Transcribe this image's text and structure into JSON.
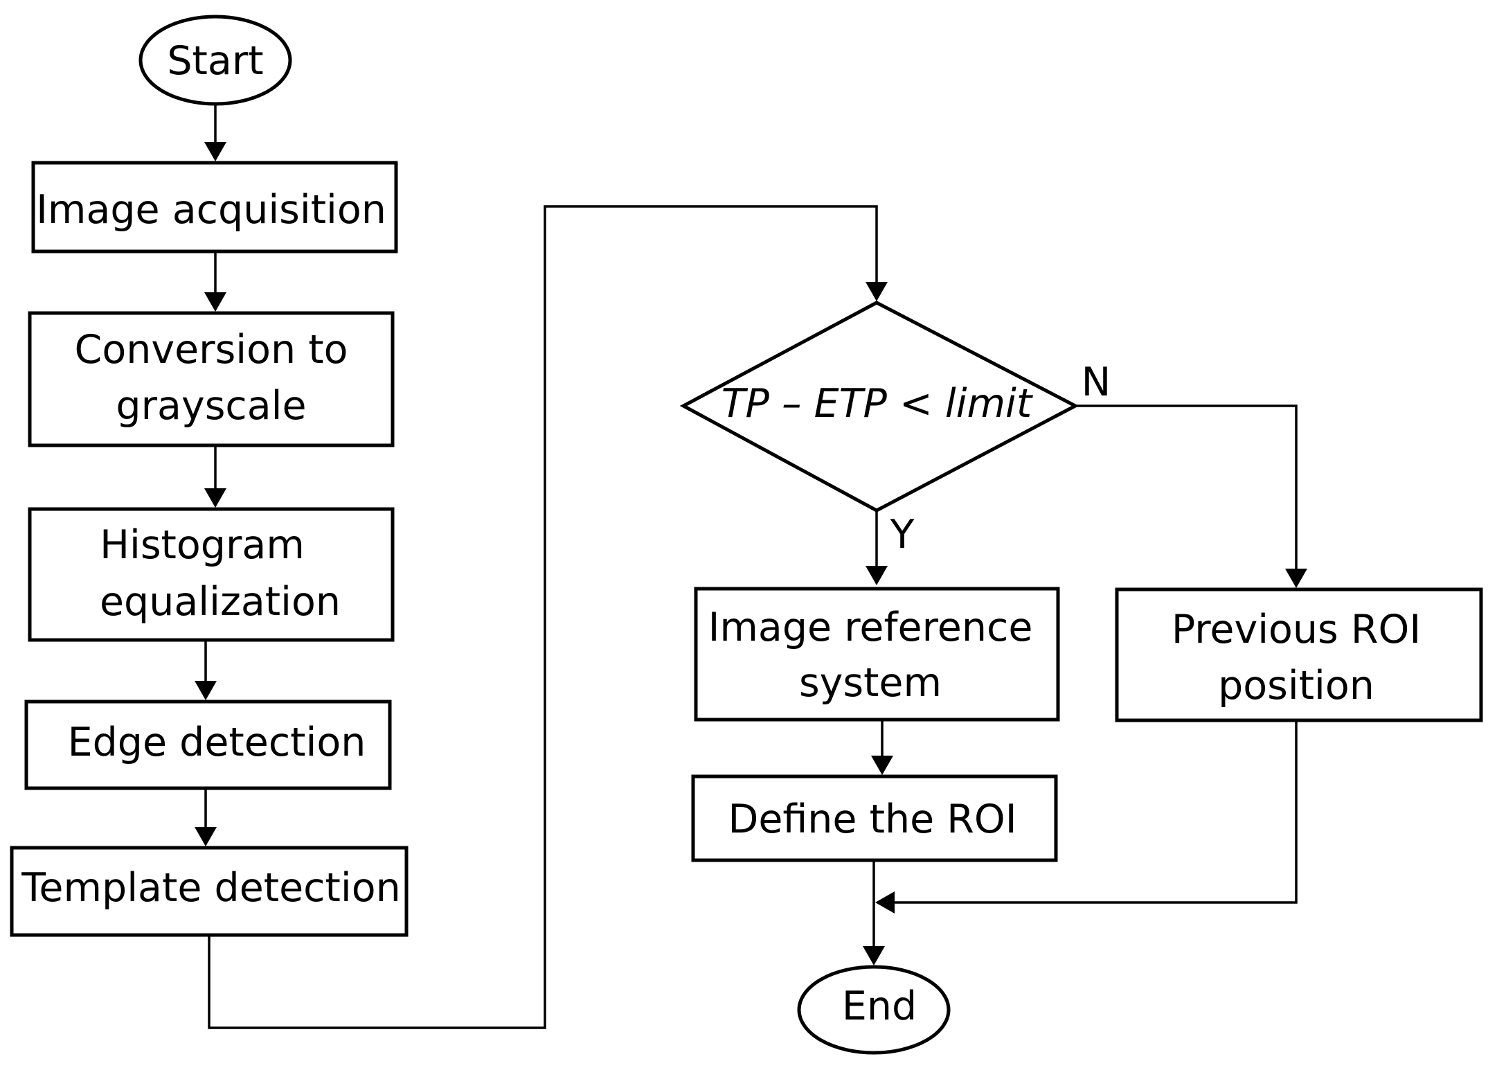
{
  "nodes": {
    "start": "Start",
    "acquisition": "Image acquisition",
    "grayscale_line1": "Conversion to",
    "grayscale_line2": "grayscale",
    "histogram_line1": "Histogram",
    "histogram_line2": "equalization",
    "edge": "Edge detection",
    "template": "Template detection",
    "decision": "TP – ETP < limit",
    "reference_line1": "Image reference",
    "reference_line2": "system",
    "roi_previous_line1": "Previous ROI",
    "roi_previous_line2": "position",
    "define_roi": "Define the ROI",
    "end": "End"
  },
  "edges": {
    "yes_label": "Y",
    "no_label": "N"
  }
}
